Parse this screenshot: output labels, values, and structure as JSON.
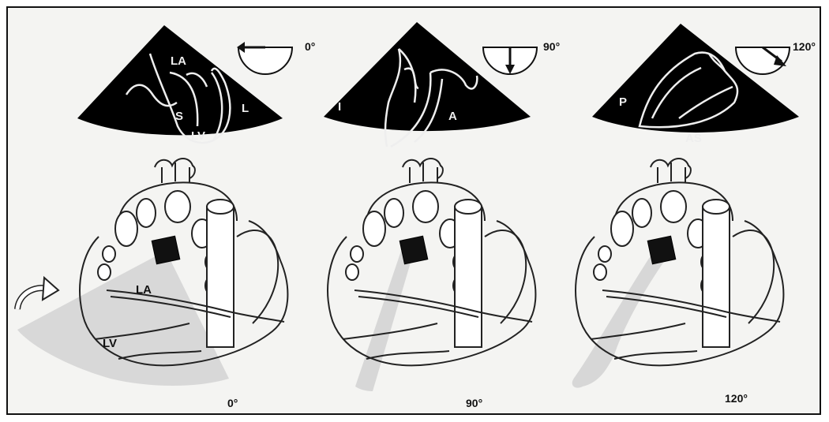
{
  "panels": [
    {
      "echo_labels": [
        "LA",
        "S",
        "LV",
        "L"
      ],
      "angle_label": "0°",
      "diagram_labels": [
        "LA",
        "LV"
      ],
      "bottom_label": "0°"
    },
    {
      "echo_labels": [
        "I",
        "A"
      ],
      "angle_label": "90°",
      "diagram_labels": [],
      "bottom_label": "90°"
    },
    {
      "echo_labels": [
        "P",
        "AS"
      ],
      "angle_label": "120°",
      "diagram_labels": [],
      "bottom_label": "120°"
    }
  ]
}
